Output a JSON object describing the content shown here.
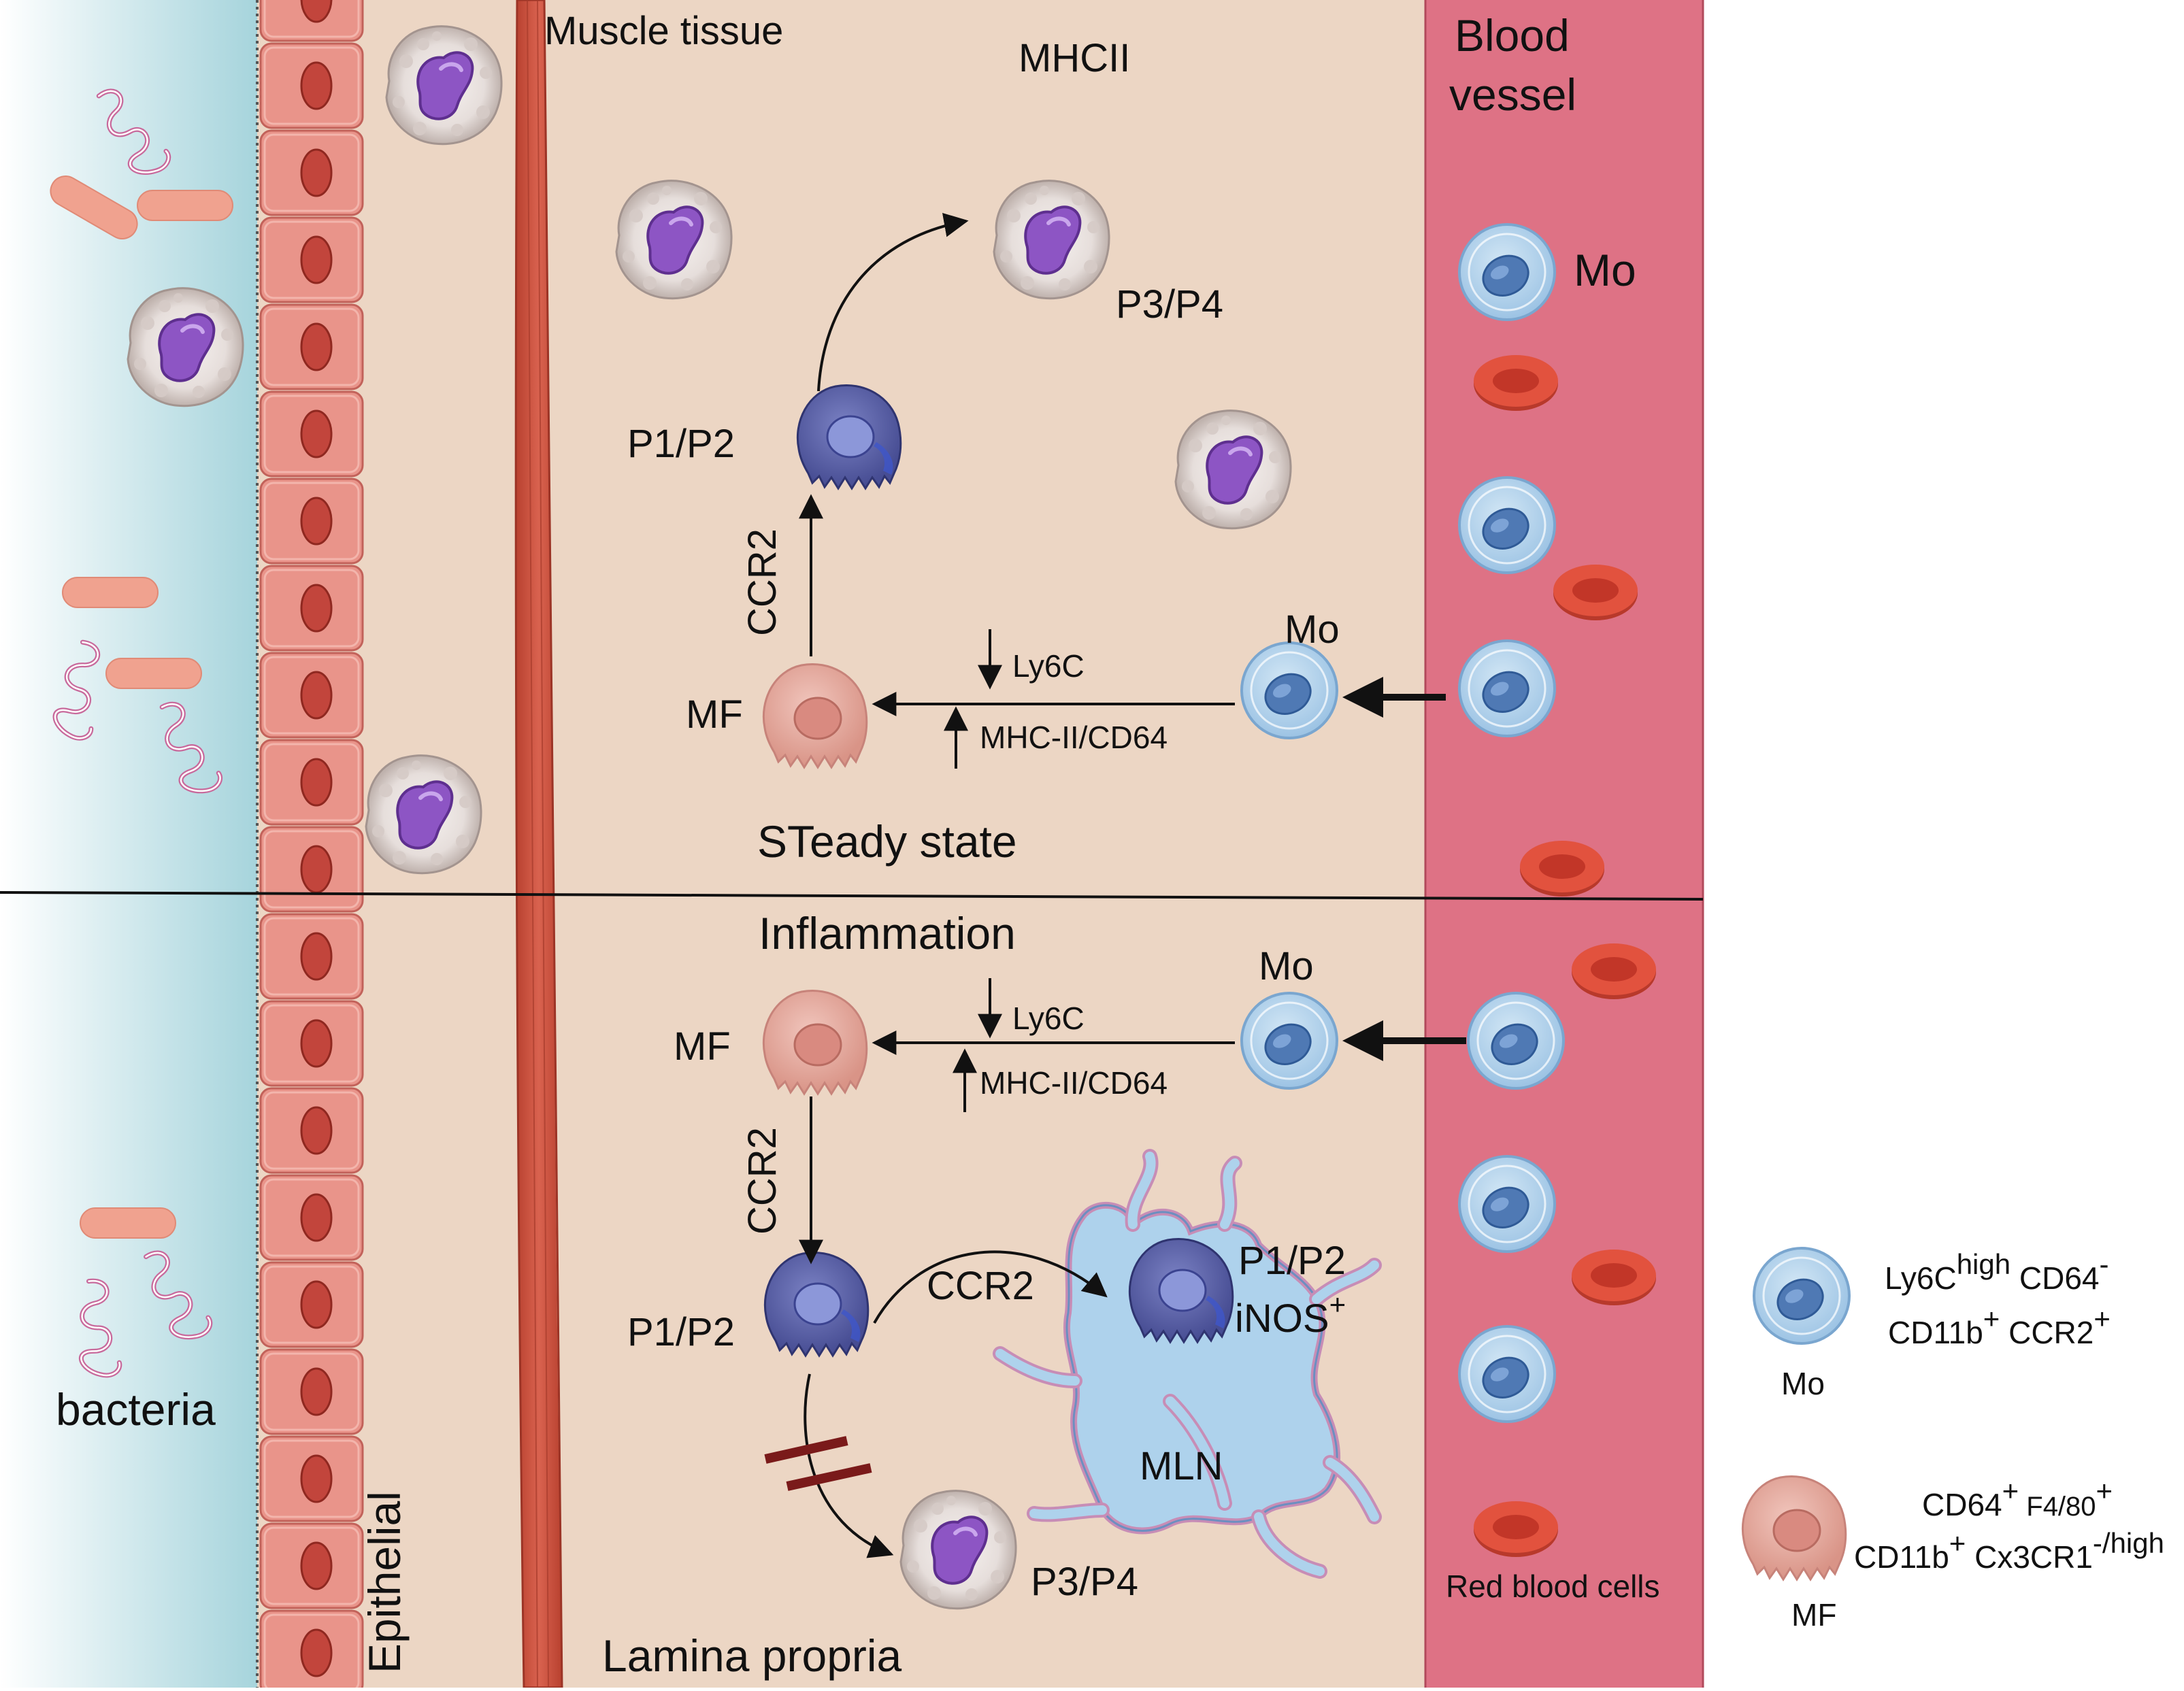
{
  "colors": {
    "lumen_top": "#ffffff",
    "lumen_bottom": "#a6d4dc",
    "epithelial_cell": "#e9948a",
    "epithelial_nucleus": "#c2453c",
    "lamina_propria": "#ecd6c4",
    "muscle": "#cf5443",
    "blood_vessel": "#de7285",
    "monocyte": "#a9cde9",
    "monocyte_nucleus": "#4f79b4",
    "macrophage": "#e3a69c",
    "p1p2_cell": "#5d63a8",
    "granulocyte_nucleus": "#8d55c4",
    "red_blood_cell": "#e2523e",
    "mln": "#aed2ec",
    "inhibition_bar": "#7a1a1a"
  },
  "labels": {
    "muscle_tissue": "Muscle tissue",
    "mhcii": "MHCII",
    "blood_vessel_line1": "Blood",
    "blood_vessel_line2": "vessel",
    "steady_state": "STeady state",
    "inflammation": "Inflammation",
    "lamina_propria": "Lamina propria",
    "epithelial": "Epithelial",
    "bacteria": "bacteria",
    "red_blood_cells": "Red blood cells",
    "mln": "MLN"
  },
  "steady_state": {
    "mo_vessel_label": "Mo",
    "mo_label": "Mo",
    "mf_label": "MF",
    "p1p2_label": "P1/P2",
    "p3p4_label": "P3/P4",
    "ccr2_label": "CCR2",
    "ly6c_label": "Ly6C",
    "mhc_label": "MHC-II/CD64"
  },
  "inflammation_state": {
    "mo_label": "Mo",
    "mf_label": "MF",
    "p1p2_label": "P1/P2",
    "p3p4_label": "P3/P4",
    "ccr2_down_label": "CCR2",
    "ccr2_mln_label": "CCR2",
    "ly6c_label": "Ly6C",
    "mhc_label": "MHC-II/CD64",
    "mln_p1p2_label": "P1/P2",
    "mln_inos_label": "iNOS",
    "mln_inos_sup": "+"
  },
  "legend": {
    "mo": {
      "line1_a": "Ly6C",
      "line1_a_sup": "high",
      "line1_b": " CD64",
      "line1_b_sup": "-",
      "line2_a": "CD11b",
      "line2_a_sup": "+",
      "line2_b": " CCR2",
      "line2_b_sup": "+",
      "name": "Mo"
    },
    "mf": {
      "line1_a": "CD64",
      "line1_a_sup": "+",
      "line1_b": " F4/80",
      "line1_b_sup": "+",
      "line2_a": "CD11b",
      "line2_a_sup": "+",
      "line2_b": " Cx3CR1",
      "line2_b_sup": "-/high",
      "name": "MF"
    }
  }
}
